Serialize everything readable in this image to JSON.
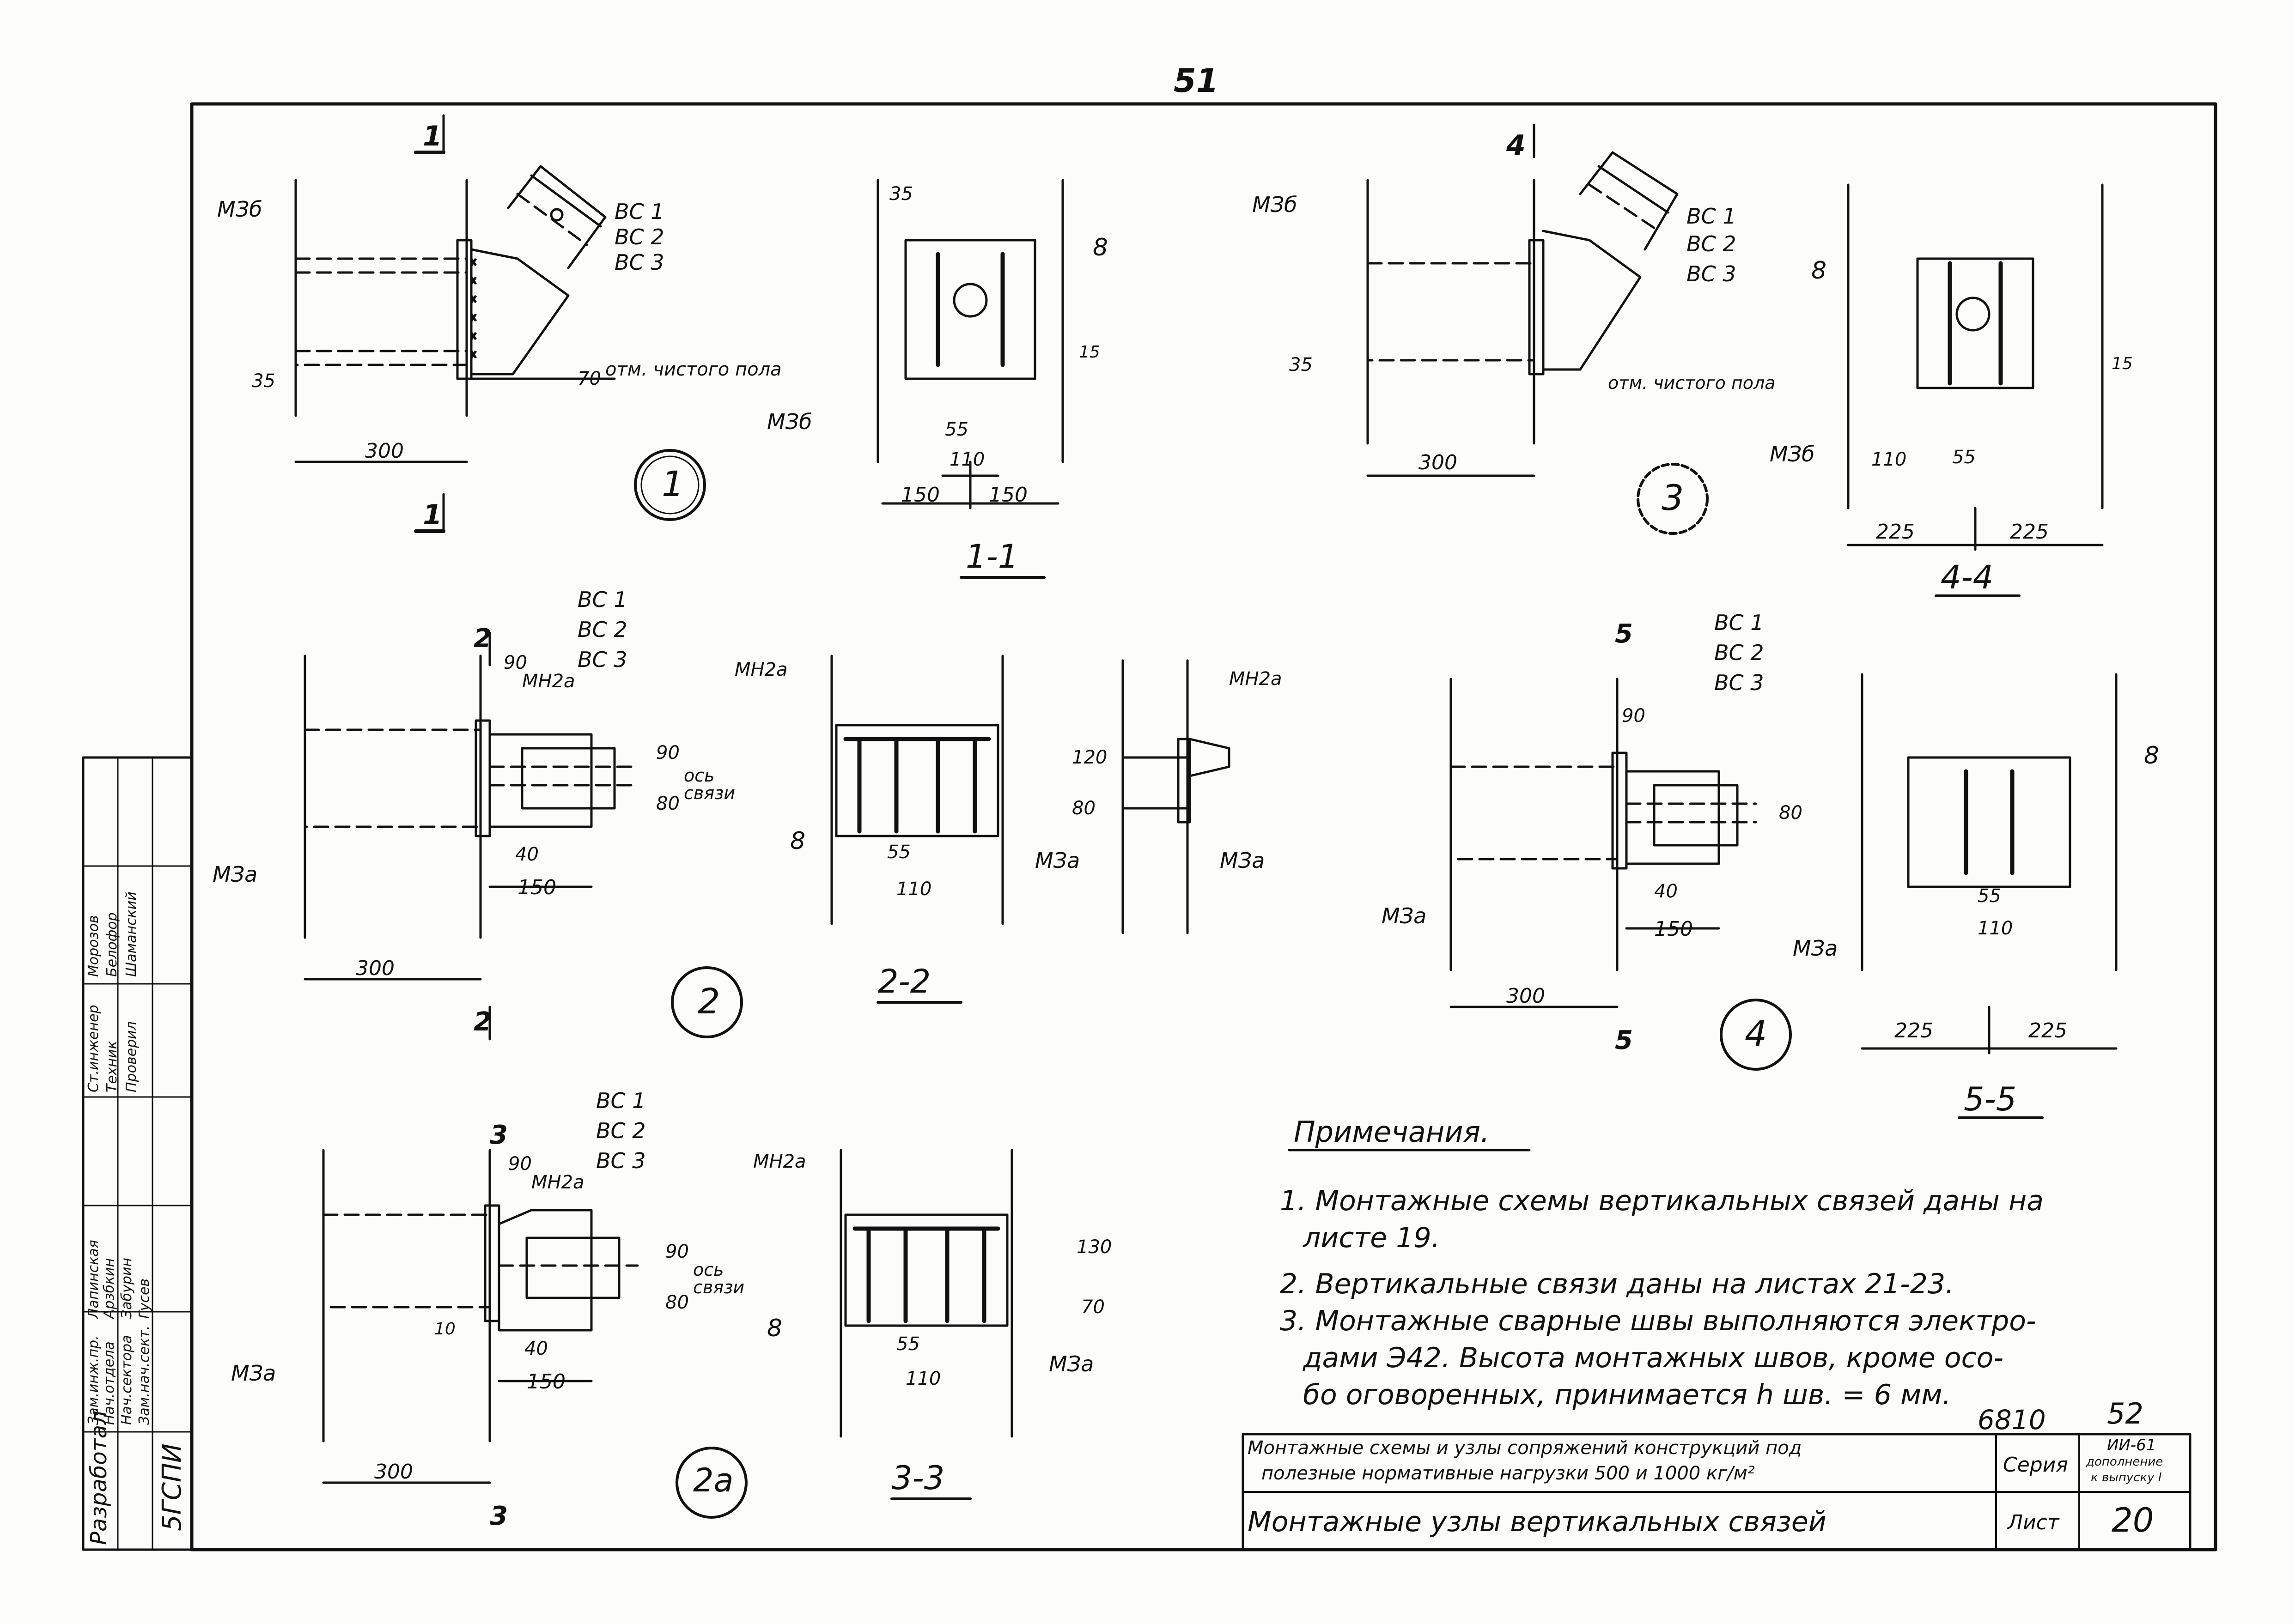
{
  "page_number": "51",
  "notes": {
    "heading": "Примечания.",
    "items": [
      "1. Монтажные схемы вертикальных связей даны на",
      "листе 19.",
      "2. Вертикальные связи даны на листах 21-23.",
      "3. Монтажные сварные швы выполняются электро-",
      "дами Э42. Высота монтажных швов, кроме осо-",
      "бо оговоренных, принимается h шв. = 6 мм."
    ]
  },
  "title_block": {
    "project_line1": "Монтажные схемы и узлы сопряжений конструкций под",
    "project_line2": "полезные нормативные нагрузки 500 и 1000 кг/м²",
    "sheet_title": "Монтажные узлы вертикальных связей",
    "series_label": "Серия",
    "series_value1": "ИИ-61",
    "series_value2": "дополнение",
    "series_value3": "к выпуску I",
    "sheet_label": "Лист",
    "sheet_value": "20",
    "code1": "6810",
    "code2": "52"
  },
  "stamp": {
    "rows": [
      [
        "Разработал",
        "Зам.инж.пр.",
        "Лапинская"
      ],
      [
        "",
        "Нач.отдела",
        "Арзбкин"
      ],
      [
        "",
        "Нач.сектора",
        "Забурин"
      ],
      [
        "",
        "Зам.нач.сект.",
        "Гусев"
      ],
      [
        "",
        "Ст.инженер",
        "Морозов"
      ],
      [
        "",
        "Техник",
        "Белофор"
      ],
      [
        "",
        "Проверил",
        "Шаманский"
      ]
    ],
    "org": "5ГСПИ"
  },
  "labels": {
    "bracing": [
      "ВС 1",
      "ВС 2",
      "ВС 3"
    ],
    "weld_m3b": "МЗб",
    "weld_m3a": "МЗа",
    "weld_mn2a": "МН2а",
    "floor_mark": "отм. чистого пола",
    "floor_mark_b": "отм. чистого пола",
    "axis_label": "ось связи",
    "weld_8": "8"
  },
  "views": {
    "node1": "1",
    "node2": "2",
    "node2a": "2а",
    "node3": "3",
    "node4": "4",
    "sec11": "1-1",
    "sec22": "2-2",
    "sec33": "3-3",
    "sec44": "4-4",
    "sec55": "5-5"
  },
  "dims": {
    "d300": "300",
    "d150": "150",
    "d225": "225",
    "d110": "110",
    "d55": "55",
    "d35": "35",
    "d70": "70",
    "d90": "90",
    "d80": "80",
    "d40": "40",
    "d120": "120",
    "d130": "130",
    "d10": "10",
    "d15": "15"
  }
}
